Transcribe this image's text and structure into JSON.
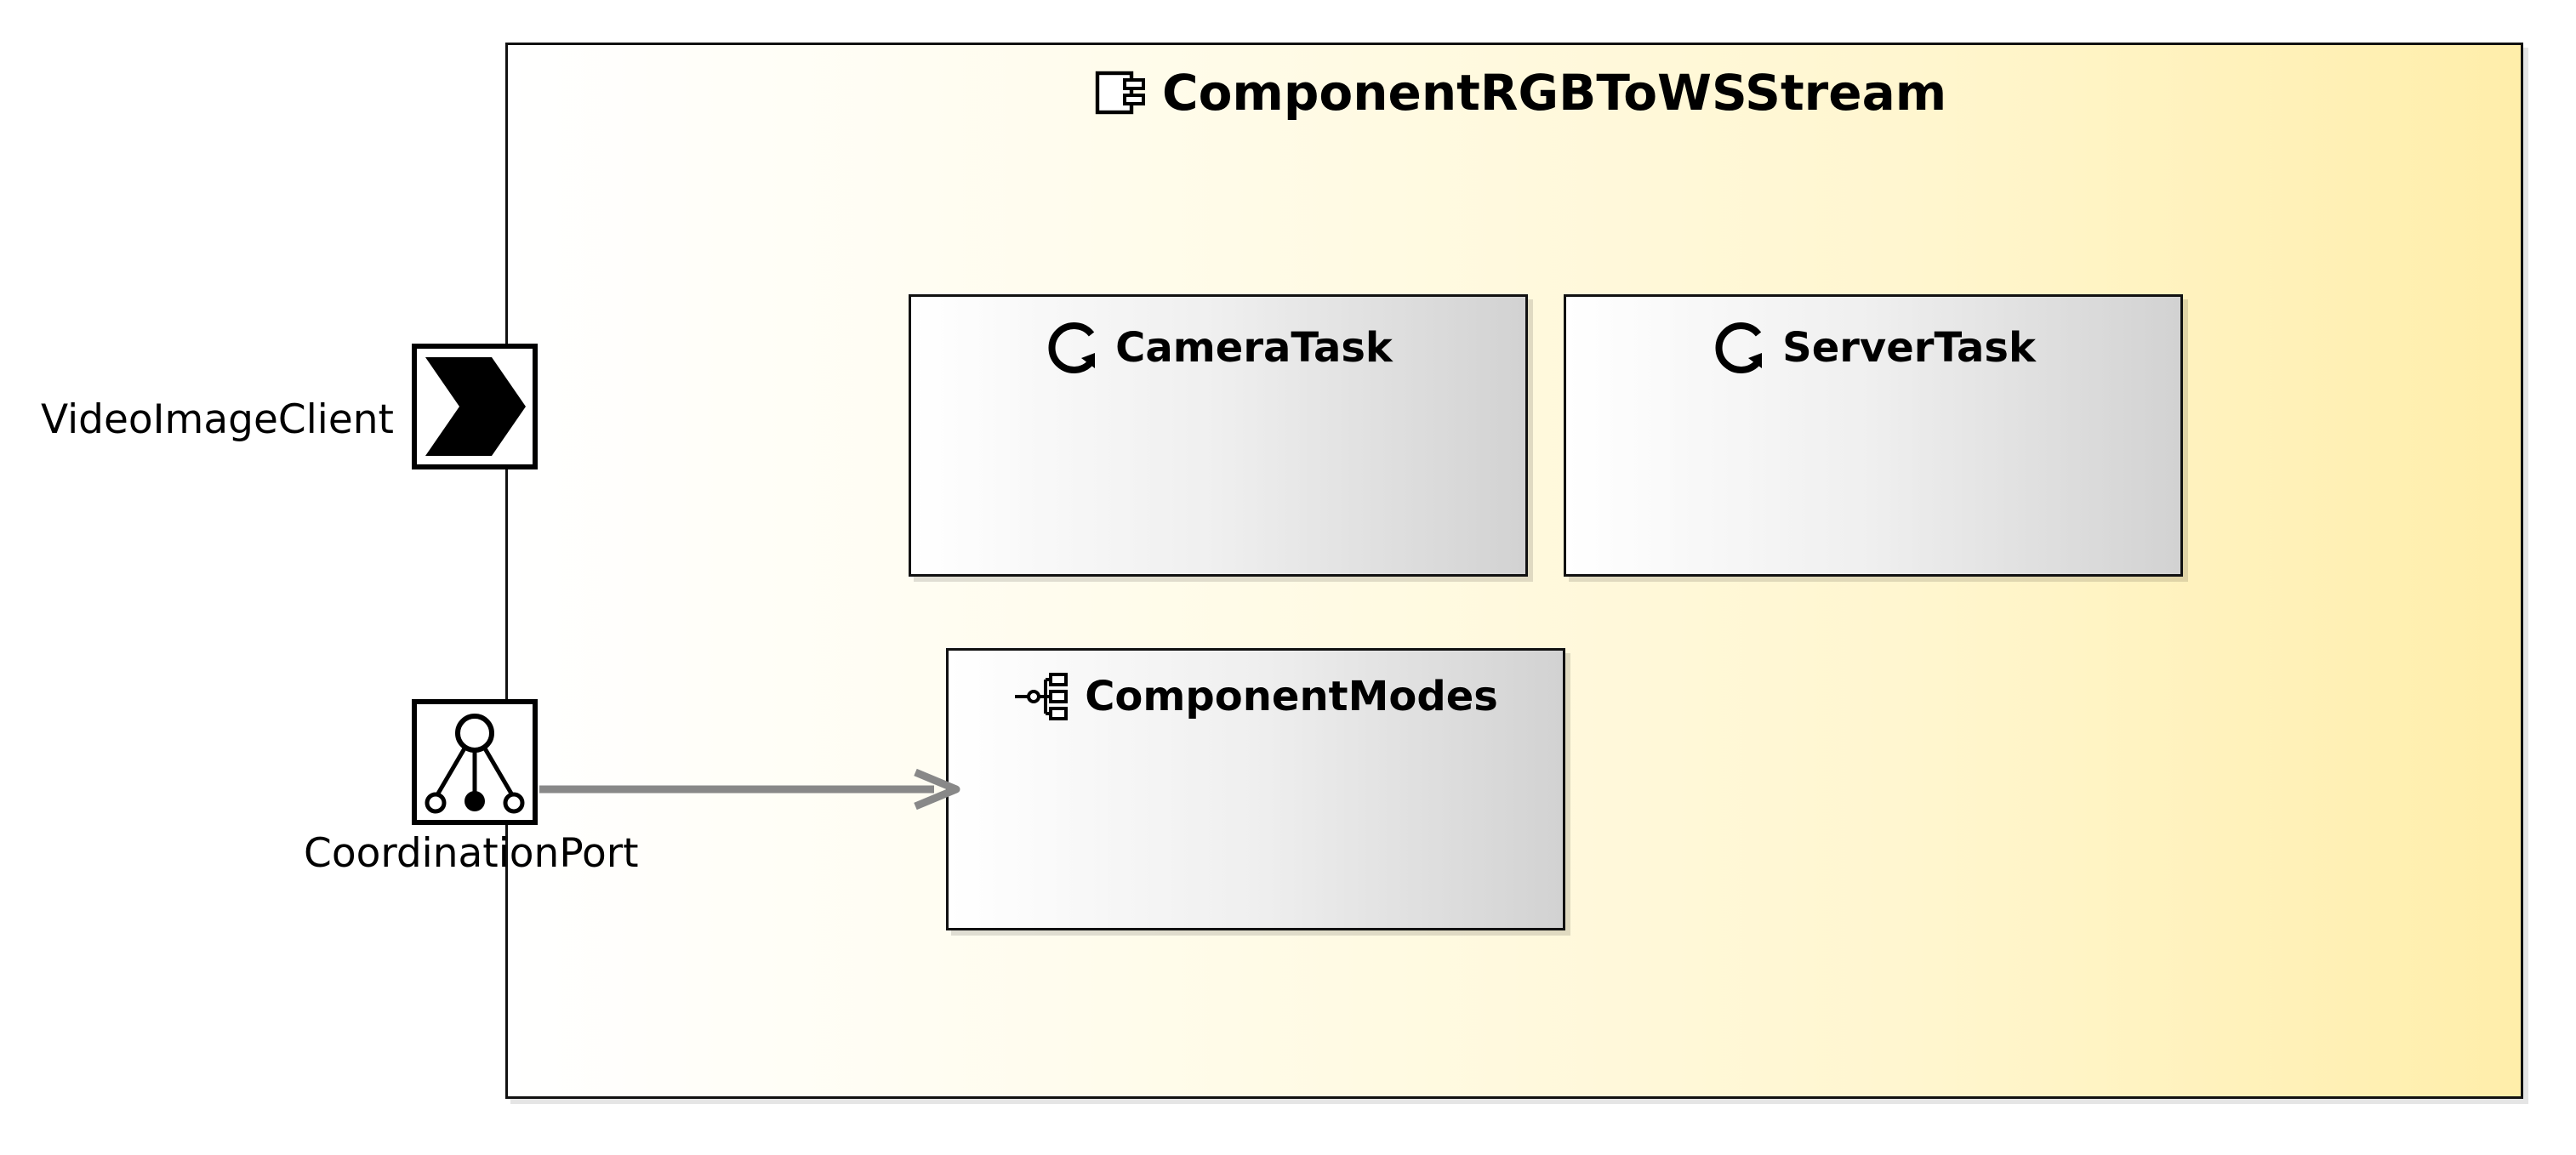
{
  "component": {
    "title": "ComponentRGBToWSStream",
    "icon": "component-icon",
    "colors": {
      "fill_start": "#ffffff",
      "fill_end": "#ffeeaa",
      "border": "#111111"
    }
  },
  "tasks": [
    {
      "title": "CameraTask",
      "icon": "cyclic-task-icon"
    },
    {
      "title": "ServerTask",
      "icon": "cyclic-task-icon"
    }
  ],
  "modes": {
    "title": "ComponentModes",
    "icon": "mode-tree-icon"
  },
  "ports": {
    "client": {
      "label": "VideoImageClient",
      "icon": "client-port-icon"
    },
    "coordination": {
      "label": "CoordinationPort",
      "icon": "coordination-port-icon"
    }
  },
  "connector": {
    "color": "#888888",
    "from": "CoordinationPort",
    "to": "ComponentModes"
  }
}
